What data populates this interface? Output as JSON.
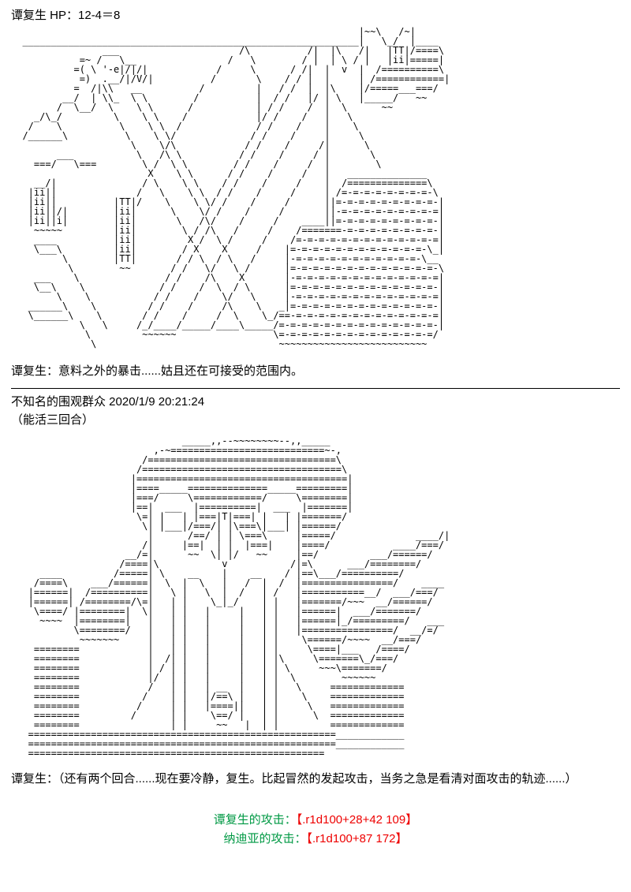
{
  "header": {
    "hp_line": "谭复生 HP：12-4＝8"
  },
  "dialogs": {
    "after_aa1": "谭复生：意料之外的暴击......姑且还在可接受的范围内。",
    "after_aa2": "谭复生：（还有两个回合......现在要冷静，复生。比起冒然的发起攻击，当务之急是看清对面攻击的轨迹......）"
  },
  "post_meta": {
    "poster_line": "不知名的围观群众 2020/1/9 20:21:24",
    "note": "（能活三回合）"
  },
  "aa_blocks": [
    {
      "name": "battle-attack-scene",
      "lines": [
        "                                                             |~~\\   /~|",
        "  ___________________________________________________________|   \\_/  |____",
        "                ___                     /\\          /|  |\\   /|   |TT|/====\\",
        "            =~ /   \\__                /   \\        / |  | \\ / |   |ii|=====|",
        "           =( \\ '-e|/|/|            /     \\      / /|  |  v  |  /==========\\",
        "            =)  .__/|/V/|          /       \\    / / |  |     | /============|",
        "           =  /|\\\\   __          /         |   / /  |  |\\    |/=====___===/",
        "         __/  | \\\\_  \\ \\        /          |  / /   |/ | \\   |_____/   ~~",
        "        /  \\__/  \\    \\ \\      /           | / /    /  |  \\      ~~",
        "    _/\\_/         \\    \\ \\    /            |/ /    /   |   \\",
        "   /    \\          \\    \\ \\  /             / /    /    |    \\",
        "  /______\\          \\    \\ \\/             / /    /     |     \\",
        "                     \\    \\/\\            / /    /     /|      \\",
        "        ___           \\   /\\ \\          / /    /     / |       \\",
        "    ===/   \\===        \\ /  \\ \\        / /    /     /  |        \\",
        "                        X    \\ \\      / /    /     /   |   ______________",
        "    __/|               / \\    \\ \\    / /    /     /    |  /==============\\",
        "   |ii||              /   \\    \\ \\  / /    /     /     | /=-=-=-=-=-=-=-=-\\",
        "   |ii||          |TT|/    \\    \\ \\/ /    /     /      ||=-=-=-=-=-=-=-=-=-|",
        "   |ii||/|        |ii|      \\    \\/ /    /     /       ||-=-=-=-=-=-=-=-=-=|",
        "   |ii||i|        |ii|       \\   /\\/    /     /    ____||=-=-=-=-=-=-=-=-=-|",
        "    ~~~~~         |ii|        \\ / /\\   /     /    /=======-=-=-=-=-=-=-=-=-|",
        "    ____          |ii|         X /  \\ /     /    /=-=-=-=-=-=-=-=-=-=-=-=-=|",
        "    \\___\\         |ii|        / X    X     /    |=-=-=-=-=-=-=-=-=-=-=-=-\\_|",
        "         \\        |TT|       / / \\  / \\   /     |-=-=-=-=-=-=-=-=-=-=-=-\\__",
        "          \\        ~~       / /   \\/   \\ /      |=-=-=-=-=-=-=-=-=-=-=-=-=-\\",
        "    ___    \\               / /    /\\    X       |-=-=-=-=-=-=-=-=-=-=-=-=-=|",
        "    \\__\\    \\             / /    /  \\  / \\      |=-=-=-=-=-=-=-=-=-=-=-=-=-|",
        "        \\    \\           / /    /    \\/   \\     |-=-=-=-=-=-=-=-=-=-=-=-=-=|",
        "   ______\\    \\         / /    /     /\\    \\   _|=-=-=-=-=-=-=-=-=-=-=-=-=-|",
        "   \\______\\    \\       / /    /     /  \\    \\_/==-=-=-=-=-=-=-=-=-=-=-=-=-=|",
        "            \\   \\     /_/____/_____/____\\_____/=-=-=-=-=-=-=-=-=-=-=-=-=-=-|",
        "             \\         ~~~~~~                 \\=-=-=-=-=-=-=-=-=-=-=-=-=-=/",
        "              \\                                ~~~~~~~~~~~~~~~~~~~~~~~~~~"
      ]
    },
    {
      "name": "portrait-scene",
      "lines": [
        "                              _____,,--~~~~~~~~--,,_____",
        "                         ,-~===========================~-,",
        "                       /=================================\\",
        "                      /===================================\\",
        "                     |=====================================|",
        "                     |====_____==============_____=========|",
        "                     |===/     \\============/     \\========|",
        "                     |==|  ___  |==========|  ___  |=======|",
        "                      \\=| |   | |===|T|===| |   | |=======/",
        "                       \\| |___|/===/| |\\===\\|___| |======/",
        "                        |      /==/ | | \\===\\     |=====/              ____/|",
        "                       /|     |==|  | |  |===|    |====/           ____/===/",
        "                    __/=|      ~~  \\| |/   ~~     |==/         ___/======/",
        "                   /====|\\           v           /|=\\      ___/========/",
        "     ____         /=====| \\    __    |    __    / |==\\___/==========/",
        "    /====\\    ___/======|  \\  |  \\   |   /  |  /  |================/    ____",
        "   |======|  /==========|   \\ |   \\  |  /   | /   |===========__/  ___/===/",
        "   |======| /========/\\=|   | |    \\_|_/    | |   |=======/~~~  __/======/",
        "    \\====/ |========|  \\|   | |   |     |   | |   |======|  ___/=======/",
        "     ~~~~  |========|   |   | |   |     |   | |   |======|_/=========/   ___",
        "           \\========/   |   | |   |     |   | |   |================/  __/=/",
        "            ~~~~~~~     |   | |   |     |   | |    \\======/~~~~  __/===/",
        "    ========            |   | |   |     |   | |     \\====|___   /====/",
        "    ========            |  /| |   |     |   | |\\     \\=======\\_/===/",
        "    ========            | / | |   |     |   | | \\     ~~~\\=======/",
        "    ========            |/  | |   |     |   | |  \\        ~~~~~~",
        "    ========            /   | |   | __  |   | |   \\     =============",
        "    ========           /    | |   |/==\\ |   | |    \\    =============",
        "    ========          /     | |   |====||   | |     \\   =============",
        "    ========         /      | |    \\==/ |   | |      \\  =============",
        "    ========                | |     ~~   |  | |         =============",
        "   ======================================================____________",
        "   ======================================================____________",
        "   ===================================================="
      ]
    }
  ],
  "attacks": [
    {
      "label": "谭复生的攻击：",
      "value": "【.r1d100+28+42 109】"
    },
    {
      "label": "纳迪亚的攻击：",
      "value": "【.r1d100+87 172】"
    }
  ],
  "colors": {
    "background": "#ffffff",
    "text": "#000000",
    "attack_label": "#009944",
    "attack_value": "#ee0000"
  }
}
